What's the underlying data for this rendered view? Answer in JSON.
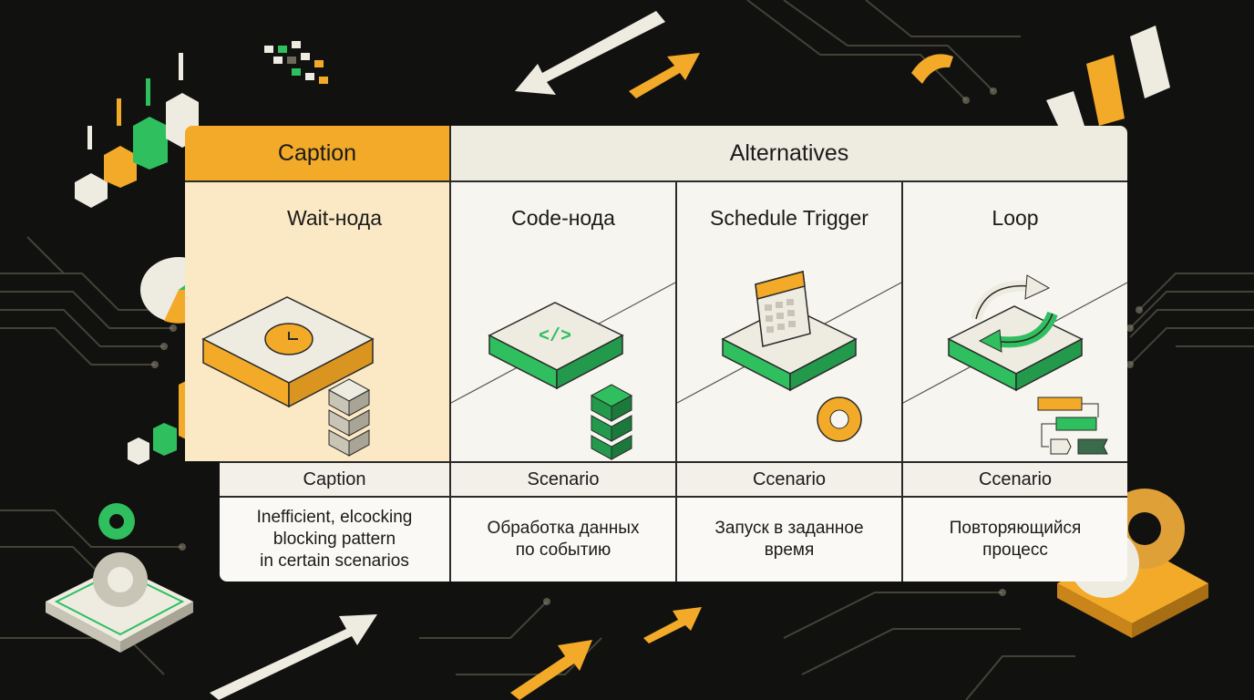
{
  "header": {
    "caption": "Caption",
    "alternatives": "Alternatives"
  },
  "columns": [
    {
      "title": "Wait-нода",
      "label": "Caption",
      "description": [
        "Inefficient, elcocking",
        "blocking pattern",
        "in certain scenarios"
      ],
      "icon": "clock-icon",
      "accent": "#f2aa28"
    },
    {
      "title": "Code-нода",
      "label": "Scenario",
      "description": [
        "Обработка данных",
        "по событию"
      ],
      "icon": "code-icon",
      "accent": "#2fbf5f"
    },
    {
      "title": "Schedule Trigger",
      "label": "Ccenario",
      "description": [
        "Запуск в заданное",
        "время"
      ],
      "icon": "calendar-icon",
      "accent": "#2fbf5f"
    },
    {
      "title": "Loop",
      "label": "Ccenario",
      "description": [
        "Повторяющийся",
        "процесс"
      ],
      "icon": "loop-arrows-icon",
      "accent": "#2fbf5f"
    }
  ],
  "colors": {
    "background": "#111110",
    "orange": "#f2aa28",
    "green": "#2fbf5f",
    "cream": "#f6f5ef"
  }
}
